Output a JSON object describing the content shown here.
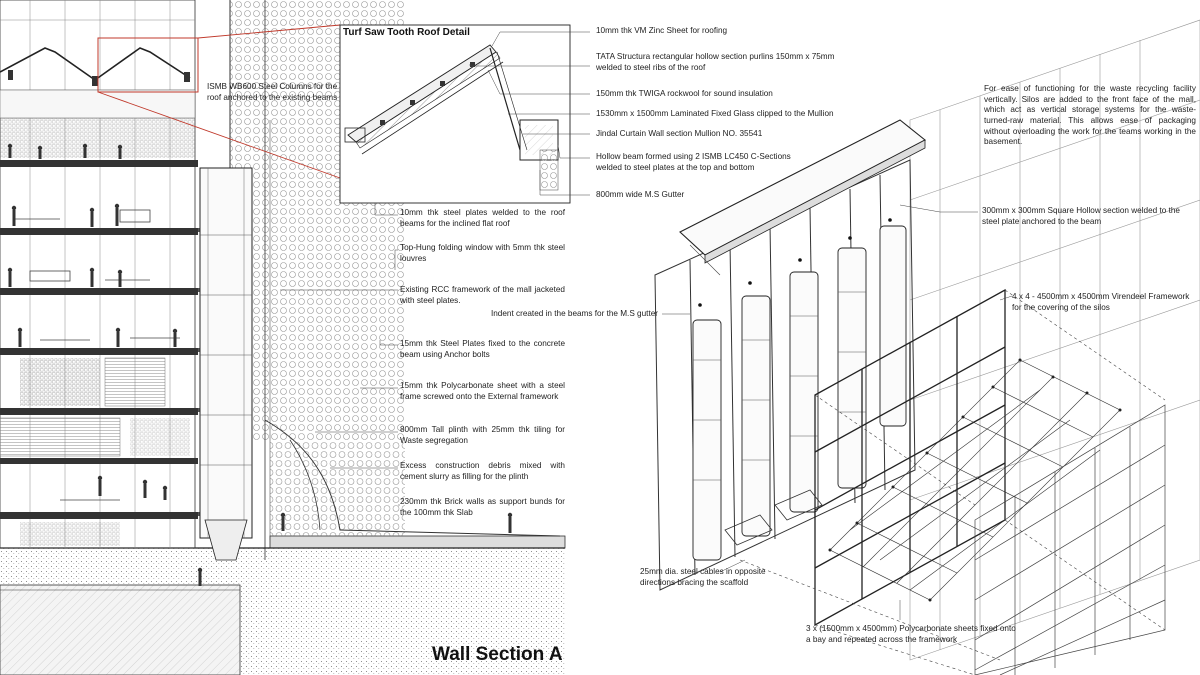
{
  "drawing": {
    "wall_section_title": "Wall Section A",
    "roof_detail_title": "Turf Saw Tooth Roof Detail"
  },
  "roof_annotations": [
    "10mm thk VM Zinc Sheet for roofing",
    "TATA Structura rectangular hollow section purlins 150mm x 75mm welded to steel ribs of the roof",
    "150mm thk TWIGA rockwool for sound insulation",
    "1530mm x 1500mm Laminated Fixed Glass clipped to the Mullion",
    "Jindal Curtain Wall section Mullion NO. 35541",
    "Hollow beam formed using 2 ISMB LC450 C-Sections welded to steel plates at the top and bottom",
    "800mm wide M.S Gutter"
  ],
  "column_annotation": "ISMB WB600 Steel Columns for the roof anchored to the existing beams",
  "section_annotations": [
    "10mm thk steel plates welded to the roof beams for the inclined flat roof",
    "Top-Hung folding window with 5mm thk steel louvres",
    "Existing RCC framework of the mall jacketed with steel plates.",
    "15mm thk Steel Plates fixed to the concrete beam using Anchor bolts",
    "15mm thk Polycarbonate sheet with a steel frame screwed onto the External framework",
    "800mm Tall plinth with 25mm thk tiling for Waste segregation",
    "Excess construction debris mixed with cement slurry as filling for the plinth",
    "230mm thk Brick walls as support bunds for the 100mm thk Slab"
  ],
  "iso_annotations": {
    "description": "For ease of functioning for the waste recycling facility vertically. Silos are added to the front face of the mall, which act as vertical storage systems for the waste-turned-raw material. This allows ease of packaging without overloading the work for the teams working in the basement.",
    "square_hollow": "300mm x 300mm Square Hollow section welded to the steel plate anchored to the beam",
    "indent": "Indent created in the beams for the M.S gutter",
    "virendeel": "4 x 4 - 4500mm x 4500mm Virendeel Framework for the covering of the silos",
    "cables": "25mm dia. steel cables in opposite directions bracing the scaffold",
    "polycarbonate": "3 x (1500mm x 4500mm) Polycarbonate sheets fixed onto a bay and repeated across the framework"
  }
}
